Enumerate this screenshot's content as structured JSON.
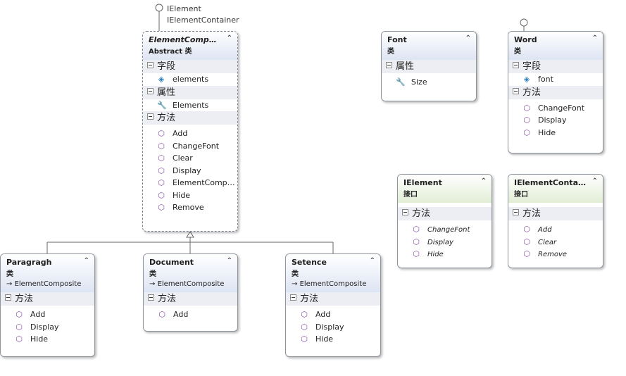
{
  "colors": {
    "border": "#8e959d",
    "class_header": "#dde4f3",
    "interface_header": "#e2eed6",
    "section_bg": "#eceef3",
    "method_icon": "#8a4fa8",
    "field_icon": "#2b7fb8"
  },
  "lollipop_labels": {
    "first": "IElement",
    "second": "IElementContainer"
  },
  "element_composite": {
    "name": "ElementComposite",
    "type": "Abstract 类",
    "fields_title": "字段",
    "fields": [
      "elements"
    ],
    "props_title": "属性",
    "props": [
      "Elements"
    ],
    "methods_title": "方法",
    "methods": [
      "Add",
      "ChangeFont",
      "Clear",
      "Display",
      "ElementCompo…",
      "Hide",
      "Remove"
    ]
  },
  "font": {
    "name": "Font",
    "type": "类",
    "props_title": "属性",
    "props": [
      "Size"
    ]
  },
  "word": {
    "name": "Word",
    "type": "类",
    "fields_title": "字段",
    "fields": [
      "font"
    ],
    "methods_title": "方法",
    "methods": [
      "ChangeFont",
      "Display",
      "Hide"
    ]
  },
  "ielement": {
    "name": "IElement",
    "type": "接口",
    "methods_title": "方法",
    "methods": [
      "ChangeFont",
      "Display",
      "Hide"
    ]
  },
  "ielementcontainer": {
    "name": "IElementContai…",
    "type": "接口",
    "methods_title": "方法",
    "methods": [
      "Add",
      "Clear",
      "Remove"
    ]
  },
  "paragraph": {
    "name": "Paragragh",
    "type": "类",
    "base": "ElementComposite",
    "methods_title": "方法",
    "methods": [
      "Add",
      "Display",
      "Hide"
    ]
  },
  "document": {
    "name": "Document",
    "type": "类",
    "base": "ElementComposite",
    "methods_title": "方法",
    "methods": [
      "Add"
    ]
  },
  "setence": {
    "name": "Setence",
    "type": "类",
    "base": "ElementComposite",
    "methods_title": "方法",
    "methods": [
      "Add",
      "Display",
      "Hide"
    ]
  },
  "icons": {
    "method": "method-cube-icon",
    "field": "field-icon",
    "property": "wrench-icon",
    "collapse": "chevron-up-icon",
    "base": "arrow-right-icon"
  }
}
